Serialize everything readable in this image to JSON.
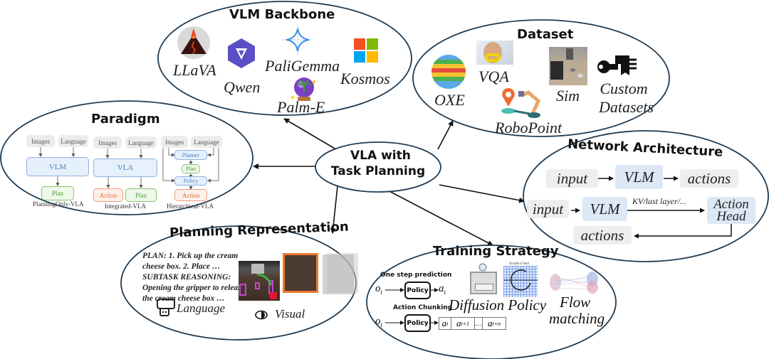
{
  "center": {
    "line1": "VLA with",
    "line2": "Task Planning"
  },
  "vlm_backbone": {
    "title": "VLM Backbone",
    "models": [
      {
        "name": "LLaVA",
        "icon": "volcano-icon"
      },
      {
        "name": "Qwen",
        "icon": "qwen-hexagon-icon"
      },
      {
        "name": "PaliGemma",
        "icon": "sparkle-star-icon"
      },
      {
        "name": "Kosmos",
        "icon": "microsoft-squares-icon"
      },
      {
        "name": "Palm-E",
        "icon": "crystal-ball-palm-icon"
      }
    ],
    "colors": {
      "ms_red": "#f25022",
      "ms_green": "#7fba00",
      "ms_blue": "#00a4ef",
      "ms_yellow": "#ffb900",
      "qwen": "#5a4fc4"
    }
  },
  "dataset": {
    "title": "Dataset",
    "items": [
      {
        "name": "OXE",
        "icon": "striped-globe-icon"
      },
      {
        "name": "VQA",
        "icon": "vqa-photo"
      },
      {
        "name": "Sim",
        "icon": "sim-robot-photo"
      },
      {
        "name": "Custom Datasets",
        "icon": "wrench-certificate-icon"
      },
      {
        "name": "RoboPoint",
        "icon": "map-pin-robot-arm-icon"
      }
    ]
  },
  "paradigm": {
    "title": "Paradigm",
    "variants": [
      {
        "caption": "PlanningOnly-VLA",
        "inputs": [
          "Images",
          "Language"
        ],
        "core": "VLM",
        "outputs": [
          "Plan"
        ]
      },
      {
        "caption": "Integrated-VLA",
        "inputs": [
          "Images",
          "Language"
        ],
        "core": "VLA",
        "outputs": [
          "Action",
          "Plan"
        ]
      },
      {
        "caption": "Hierarchical-VLA",
        "inputs": [
          "Images",
          "Language"
        ],
        "planner": "Planner",
        "plan": "Plan",
        "policy": "Policy",
        "output": "Action"
      }
    ]
  },
  "network_architecture": {
    "title": "Network Architecture",
    "row1": {
      "input": "input",
      "model": "VLM",
      "output": "actions"
    },
    "row2": {
      "input": "input",
      "model": "VLM",
      "edge_label": "KV/last layer/...",
      "head_line1": "Action",
      "head_line2": "Head",
      "output": "actions"
    }
  },
  "planning_representation": {
    "title": "Planning Representation",
    "text_lines": [
      "PLAN: 1. Pick up the cream",
      "cheese box. 2. Place  …",
      "SUBTASK REASONING:",
      "Opening the gripper to release",
      "the cream cheese box …"
    ],
    "language_label": "Language",
    "visual_label": "Visual"
  },
  "training_strategy": {
    "title": "Training Strategy",
    "one_step_label": "One step prediction",
    "chunking_label": "Action Chunking",
    "obs": "o",
    "obs_sub": "t",
    "policy_label": "Policy",
    "action": "a",
    "action_sub": "t",
    "chunk_cells": [
      {
        "base": "a",
        "sub": "t"
      },
      {
        "base": "a",
        "sub": "t+1"
      },
      {
        "base": "…",
        "sub": ""
      },
      {
        "base": "a",
        "sub": "t+n"
      }
    ],
    "diffusion_label": "Diffusion Policy",
    "diffusion_plot_title": "Gradient Field",
    "flow_line1": "Flow",
    "flow_line2": "matching"
  }
}
